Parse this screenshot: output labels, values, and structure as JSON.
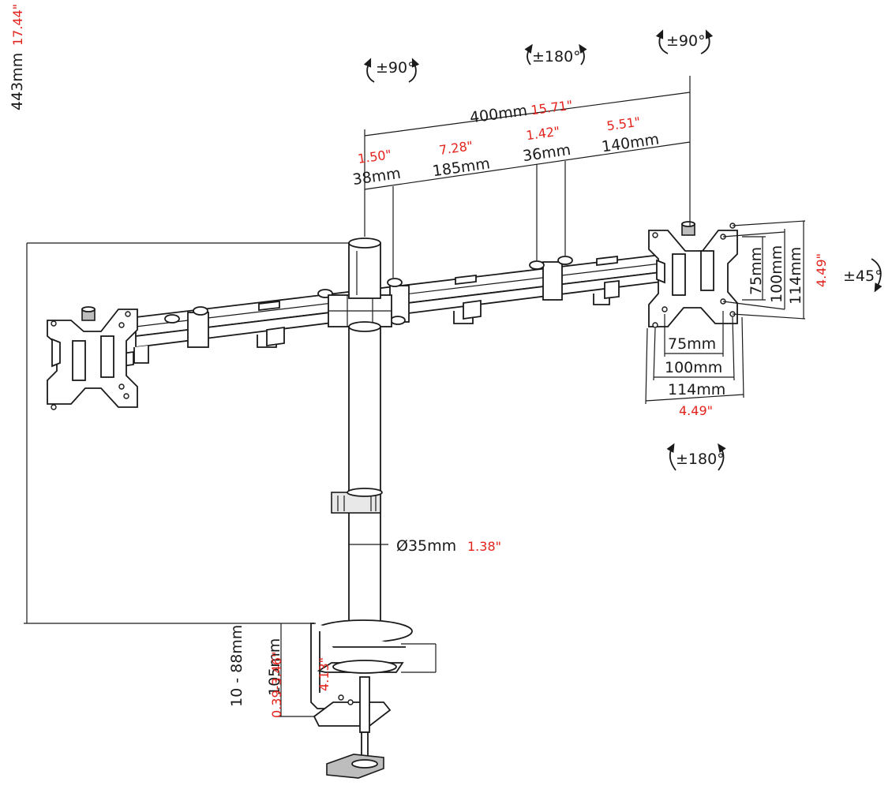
{
  "rotation": {
    "left_arm_top": "±90°",
    "middle_arm_top": "±180°",
    "right_arm_top": "±90°",
    "tilt": "±45°",
    "swivel": "±180°"
  },
  "dimensions": {
    "total_span": {
      "metric": "400mm",
      "imperial": "15.71\""
    },
    "segment_1": {
      "metric": "38mm",
      "imperial": "1.50\""
    },
    "segment_2": {
      "metric": "185mm",
      "imperial": "7.28\""
    },
    "segment_3": {
      "metric": "36mm",
      "imperial": "1.42\""
    },
    "segment_4": {
      "metric": "140mm",
      "imperial": "5.51\""
    },
    "height": {
      "metric": "443mm",
      "imperial": "17.44\""
    },
    "pole_diameter": {
      "metric": "Ø35mm",
      "imperial": "1.38\""
    },
    "clamp_height": {
      "metric": "105mm",
      "imperial": "4.13\""
    },
    "desk_thickness": {
      "metric": "10 - 88mm",
      "imperial": "0.39-3.46\""
    },
    "vesa_vertical": {
      "small": "75mm",
      "medium": "100mm",
      "large": "114mm",
      "imperial": "4.49\""
    },
    "vesa_horizontal": {
      "small": "75mm",
      "medium": "100mm",
      "large": "114mm",
      "imperial": "4.49\""
    }
  },
  "colors": {
    "line": "#1a1a1a",
    "imperial_text": "#e3231b"
  }
}
